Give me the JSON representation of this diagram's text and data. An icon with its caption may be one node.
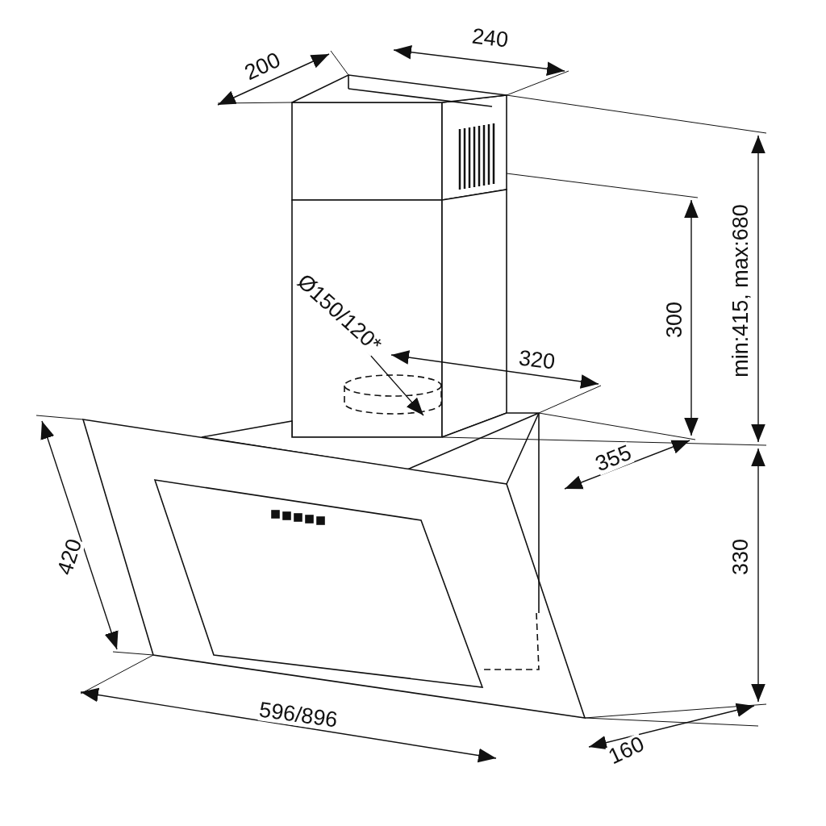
{
  "diagram": {
    "labels": [
      "240",
      "200",
      "300",
      "min:415, max:680",
      "Ø150/120*",
      "320",
      "355",
      "330",
      "420",
      "596/896",
      "160"
    ]
  }
}
